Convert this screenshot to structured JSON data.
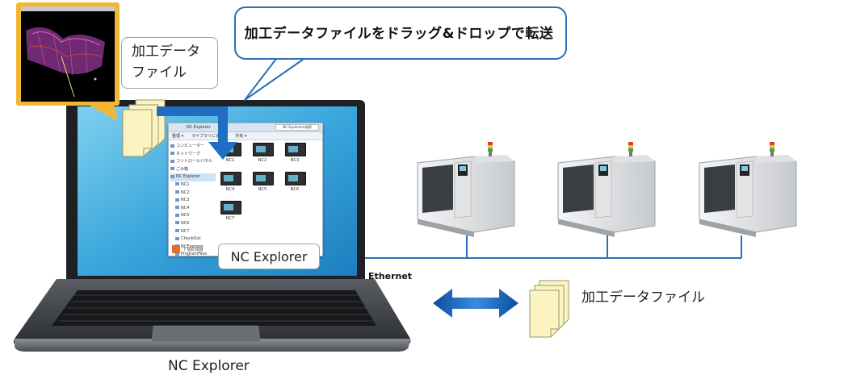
{
  "callout": {
    "text": "加工データファイルをドラッグ&ドロップで転送"
  },
  "file_label": {
    "line1": "加工データ",
    "line2": "ファイル"
  },
  "explorer_window": {
    "title": "NC Explorer",
    "search_placeholder": "NC Explorerの検索",
    "toolbar": [
      "整理 ▾",
      "ライブラリに追加 ▾",
      "共有 ▾"
    ],
    "tree": [
      "コンピューター",
      "ネットワーク",
      "コントロールパネル",
      "ごみ箱",
      "NC Explorer",
      "NC1",
      "NC2",
      "NC3",
      "NC4",
      "NC5",
      "NC6",
      "NC7",
      "CheckOut",
      "NCExplorer",
      "ProgramFiles"
    ],
    "items": [
      "NC1",
      "NC2",
      "NC3",
      "NC4",
      "NC5",
      "NC6",
      "NC7"
    ],
    "status": "7 個の項目"
  },
  "screen_callout": {
    "text": "NC Explorer"
  },
  "network": {
    "label": "Ethernet"
  },
  "transfer": {
    "file_label": "加工データファイル"
  },
  "caption": {
    "text": "NC Explorer"
  },
  "colors": {
    "accent_blue": "#1f6ec2",
    "callout_border": "#2a6fb8",
    "file_yellow": "#fbf3c0",
    "cad_frame": "#f3b733"
  }
}
